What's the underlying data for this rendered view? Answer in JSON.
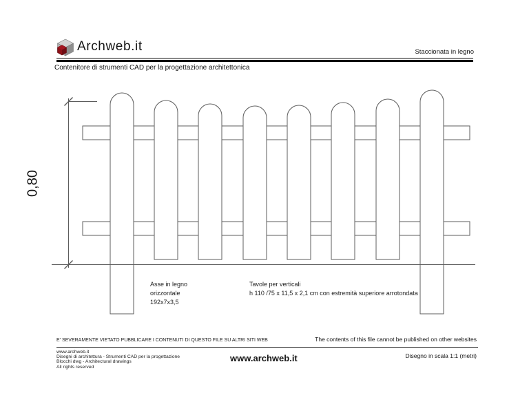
{
  "header": {
    "logo_text": "Archweb.it",
    "sheet_title": "Staccionata in legno",
    "subtitle": "Contenitore di strumenti CAD per la progettazione architettonica"
  },
  "drawing": {
    "dimension_label": "0,80",
    "fence": {
      "pickets": 8,
      "posts": 2,
      "rails": 2
    },
    "callouts": [
      {
        "lines": [
          "Asse in legno",
          "orizzontale",
          "192x7x3,5"
        ]
      },
      {
        "lines": [
          "Tavole per verticali",
          "h 110 /75 x 11,5 x 2,1 cm con estremità superiore arrotondata"
        ]
      }
    ]
  },
  "notices": {
    "italian": "E' SEVERAMENTE VIETATO PUBBLICARE I CONTENUTI DI QUESTO FILE SU ALTRI SITI WEB",
    "english": "The contents of this file cannot be published on other websites"
  },
  "footer": {
    "left_lines": [
      "www.archweb.it",
      "Disegni di architettura - Strumenti CAD  per la progettazione",
      "Blocchi dwg - Architectural drawings",
      "All rights reserved"
    ],
    "center_url": "www.archweb.it",
    "scale_note": "Disegno in scala 1:1 (metri)"
  },
  "colors": {
    "drawing_line": "#5c5c5c",
    "logo_red": "#8e1118",
    "logo_gray_top": "#d2d2d2",
    "logo_gray_left": "#b3b3b3",
    "logo_gray_right": "#8f8f8f",
    "rule_black": "#050505"
  }
}
